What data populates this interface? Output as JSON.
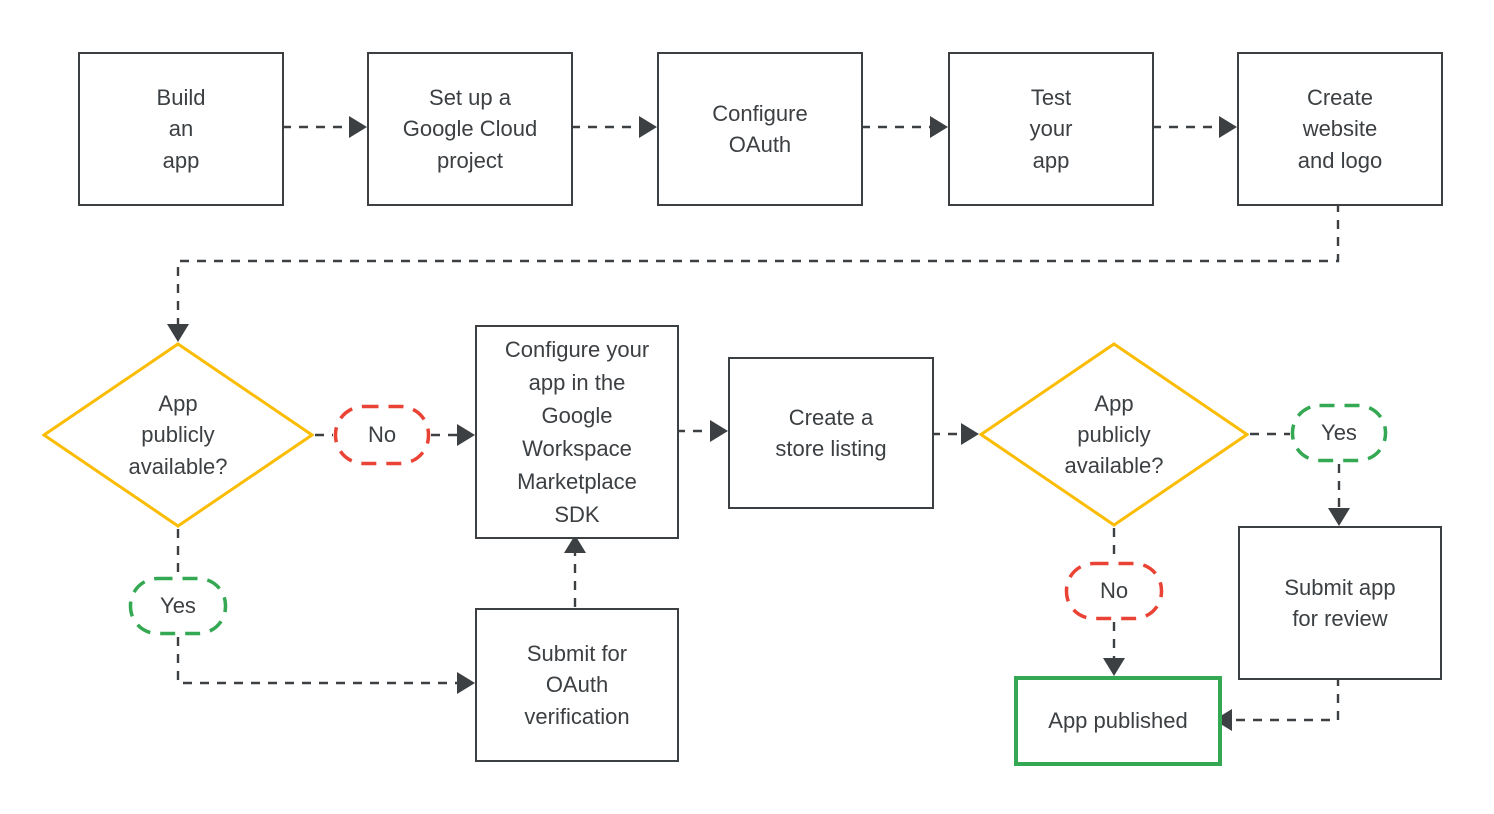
{
  "colors": {
    "background": "#FFFFFF",
    "outline": "#3C4043",
    "text": "#3C4043",
    "decision": "#FBBC04",
    "yes": "#34A853",
    "no": "#EA4335",
    "published": "#34A853"
  },
  "nodes": {
    "build_app": {
      "label": "Build\nan\napp"
    },
    "setup_project": {
      "label": "Set up a\nGoogle Cloud\nproject"
    },
    "configure_oauth": {
      "label": "Configure\nOAuth"
    },
    "test_app": {
      "label": "Test\nyour\napp"
    },
    "create_website": {
      "label": "Create\nwebsite\nand logo"
    },
    "decision_public_1": {
      "label": "App\npublicly\navailable?"
    },
    "no_1": {
      "label": "No"
    },
    "yes_1": {
      "label": "Yes"
    },
    "configure_sdk": {
      "label": "Configure your\napp in the\nGoogle\nWorkspace\nMarketplace\nSDK"
    },
    "submit_oauth": {
      "label": "Submit for\nOAuth\nverification"
    },
    "store_listing": {
      "label": "Create a\nstore listing"
    },
    "decision_public_2": {
      "label": "App\npublicly\navailable?"
    },
    "yes_2": {
      "label": "Yes"
    },
    "no_2": {
      "label": "No"
    },
    "submit_review": {
      "label": "Submit app\nfor review"
    },
    "app_published": {
      "label": "App published"
    }
  }
}
